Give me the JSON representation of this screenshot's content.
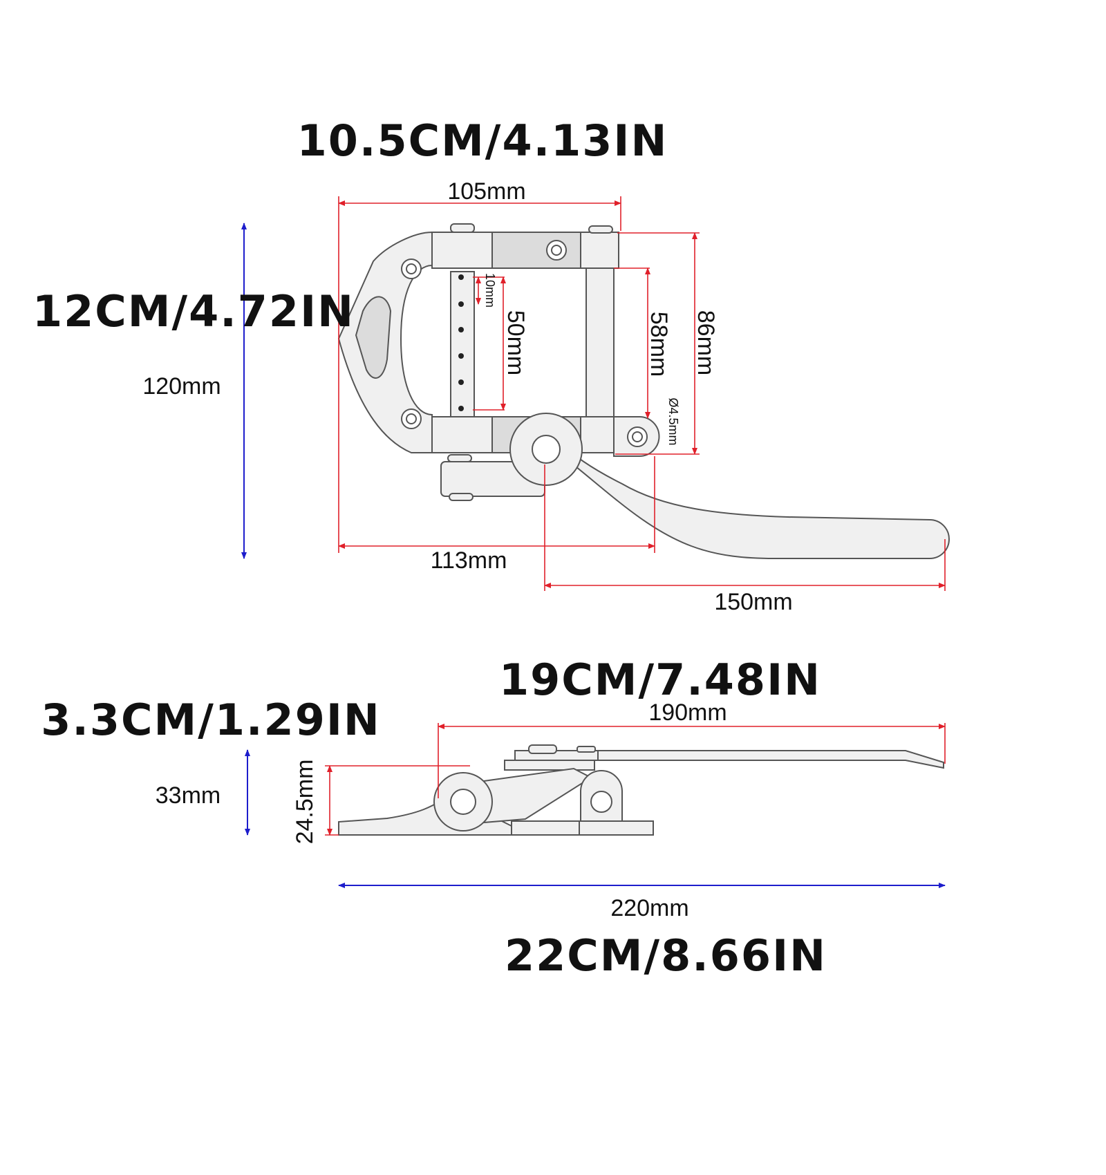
{
  "headings": {
    "top_width": "10.5CM/4.13IN",
    "height": "12CM/4.72IN",
    "side_length": "19CM/7.48IN",
    "side_height": "3.3CM/1.29IN",
    "total_length": "22CM/8.66IN"
  },
  "dimensions": {
    "width_105": "105mm",
    "height_120": "120mm",
    "spacing_10": "10mm",
    "span_50": "50mm",
    "span_58": "58mm",
    "span_86": "86mm",
    "hole_dia": "Ø4.5mm",
    "base_113": "113mm",
    "arm_150": "150mm",
    "side_190": "190mm",
    "side_33": "33mm",
    "side_245": "24.5mm",
    "total_220": "220mm"
  },
  "colors": {
    "dimension_red": "#e0202a",
    "dimension_blue": "#1d1dcc",
    "part_fill": "#f0f0f0",
    "outline": "#555555"
  }
}
